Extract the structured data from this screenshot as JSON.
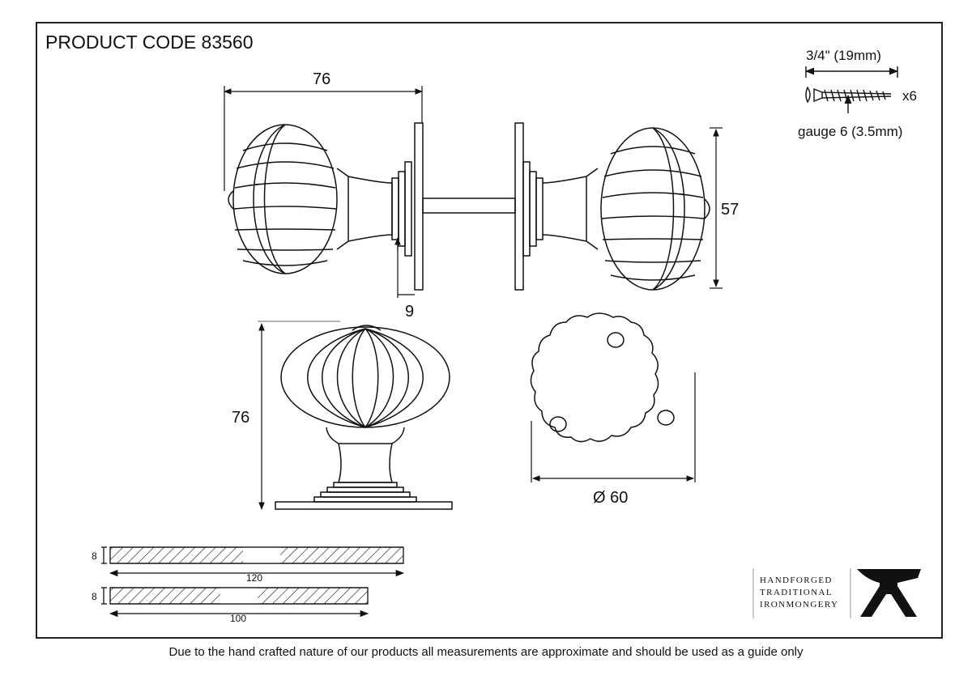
{
  "title": "PRODUCT CODE 83560",
  "screw": {
    "length_label": "3/4\" (19mm)",
    "quantity_label": "x6",
    "gauge_label": "gauge 6 (3.5mm)"
  },
  "dimensions": {
    "knob_length": "76",
    "knob_height": "57",
    "rose_thickness": "9",
    "knob_side_height": "76",
    "rose_diameter": "Ø 60"
  },
  "spindles": [
    {
      "thickness": "8",
      "length": "120"
    },
    {
      "thickness": "8",
      "length": "100"
    }
  ],
  "brand": {
    "line1": "HANDFORGED",
    "line2": "TRADITIONAL",
    "line3": "IRONMONGERY",
    "logo_icon": "anvil-icon"
  },
  "disclaimer": "Due to the hand crafted nature of our products all measurements are approximate and should be used as a guide only"
}
